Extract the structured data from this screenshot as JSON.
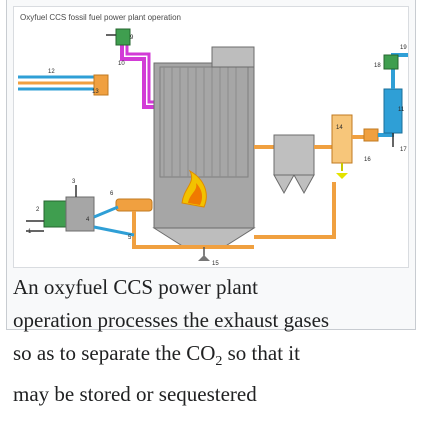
{
  "diagram": {
    "title": "Oxyfuel CCS fossil fuel power plant operation",
    "labels": [
      "1",
      "2",
      "3",
      "4",
      "5",
      "6",
      "9",
      "10",
      "11",
      "12",
      "13",
      "14",
      "15",
      "16",
      "17",
      "18",
      "19"
    ]
  },
  "caption": {
    "line1": "An oxyfuel CCS power plant",
    "line2": "operation processes the exhaust gases",
    "line3_before": "so as to separate the CO",
    "line3_sub": "2",
    "line3_after": " so that it",
    "line4": "may be stored or sequestered"
  },
  "colors": {
    "frame_border": "#c8ccd1",
    "caption_text": "#202122",
    "pipe_orange": "#f0a040",
    "pipe_blue": "#2f9fd6",
    "pipe_magenta": "#d23bd6",
    "boiler_gray": "#a6a6a6",
    "equipment_green": "#3f9e4f",
    "flame_yellow": "#f2c200"
  }
}
